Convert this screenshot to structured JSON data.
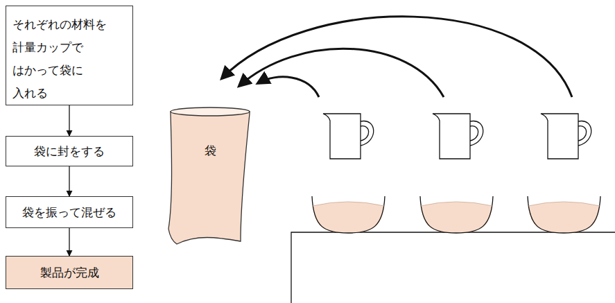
{
  "diagram": {
    "nodes": [
      {
        "text": [
          "それぞれの材料を 計量カップで はかって袋に 入れる"
        ]
      },
      {
        "text": [
          "袋に封をする"
        ]
      },
      {
        "text": [
          "袋を振って混ぜる"
        ]
      },
      {
        "text": [
          "製品が完成"
        ]
      },
      {
        "text": [
          "袋"
        ]
      }
    ],
    "edges": [
      {
        "from": 0,
        "to": 1,
        "arrow": "to"
      },
      {
        "from": 1,
        "to": 2,
        "arrow": "to"
      },
      {
        "from": 2,
        "to": 3,
        "arrow": "to"
      }
    ]
  }
}
